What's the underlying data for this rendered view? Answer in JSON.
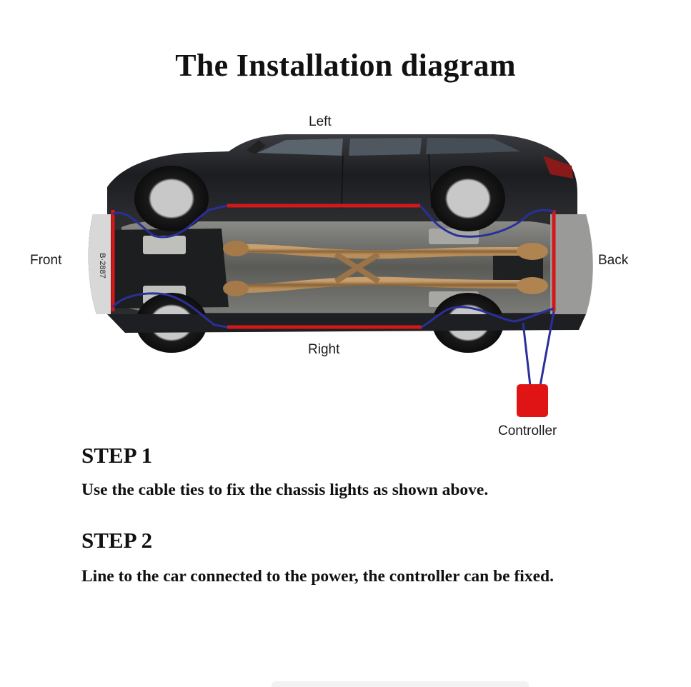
{
  "title": "The Installation diagram",
  "labels": {
    "left": "Left",
    "right": "Right",
    "front": "Front",
    "back": "Back",
    "controller": "Controller"
  },
  "steps": [
    {
      "heading": "STEP 1",
      "text": "Use the cable ties to fix the chassis lights as shown above."
    },
    {
      "heading": "STEP 2",
      "text": "Line to the car connected to the power, the controller can be fixed."
    }
  ],
  "plate_text": "B·2887",
  "colors": {
    "light_strip": "#d21818",
    "wire": "#2a2f9a",
    "controller": "#e01414",
    "car_body": "#1c1d20"
  }
}
